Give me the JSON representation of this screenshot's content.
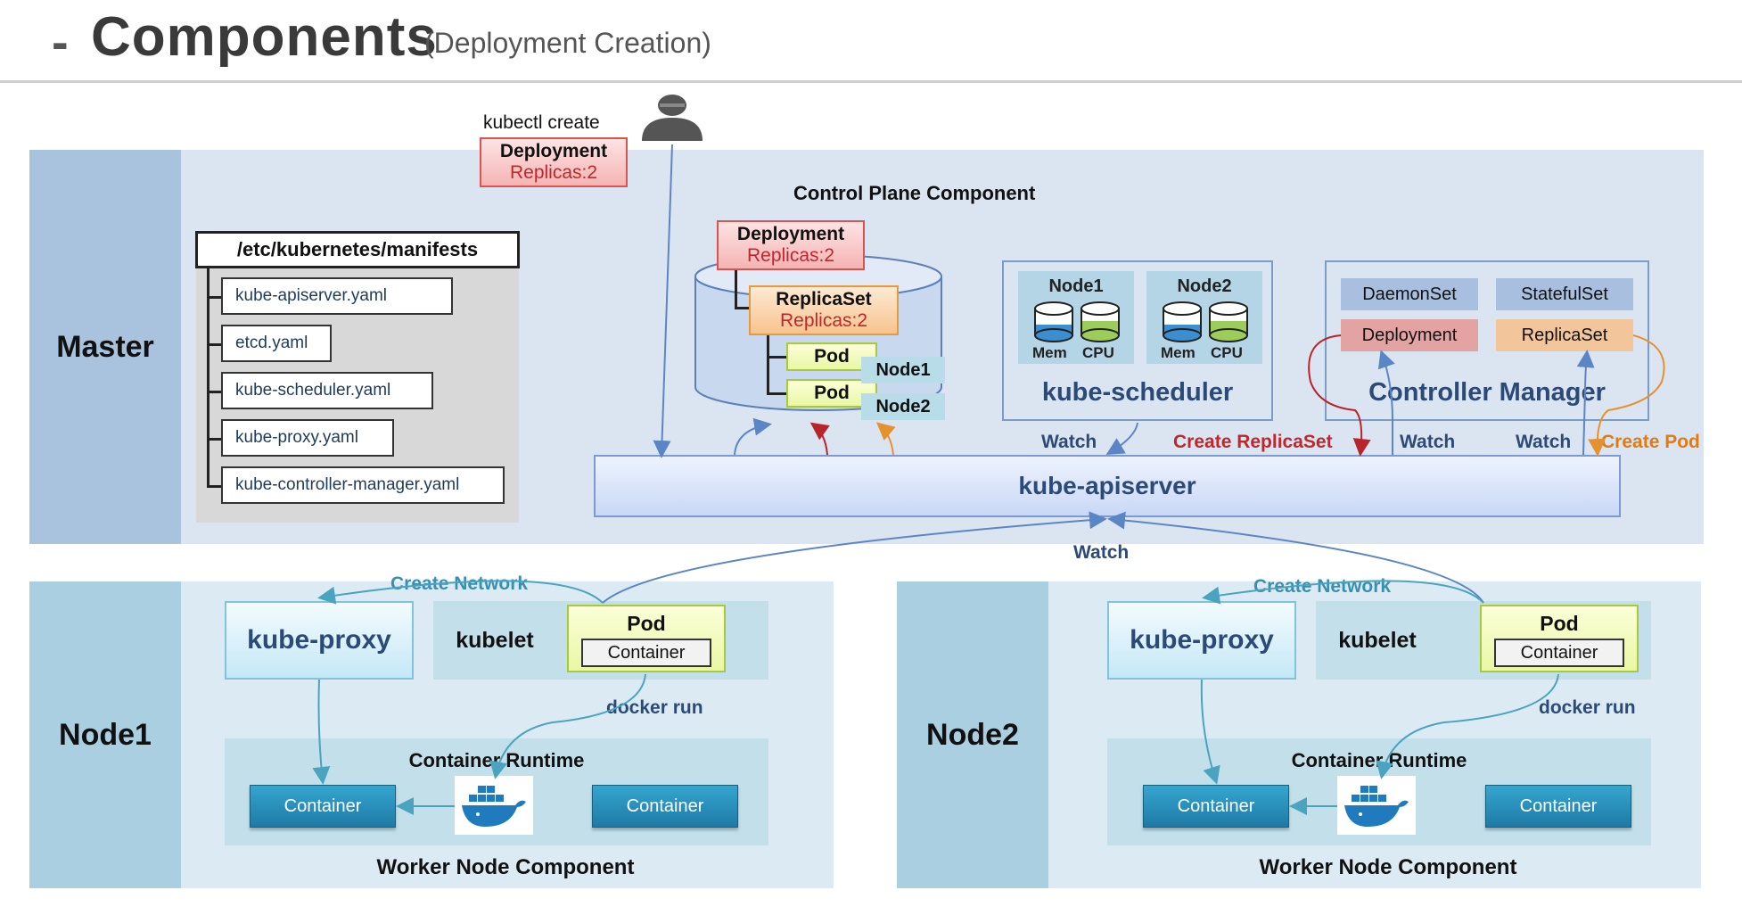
{
  "header": {
    "dash": "-",
    "title": "Components",
    "subtitle": "(Deployment Creation)"
  },
  "master": {
    "label": "Master",
    "kubectl": "kubectl create",
    "request": {
      "title": "Deployment",
      "sub": "Replicas:2"
    },
    "manifests": {
      "title": "/etc/kubernetes/manifests",
      "files": [
        "kube-apiserver.yaml",
        "etcd.yaml",
        "kube-scheduler.yaml",
        "kube-proxy.yaml",
        "kube-controller-manager.yaml"
      ]
    },
    "control_plane_title": "Control Plane Component",
    "etcd": {
      "deployment": {
        "title": "Deployment",
        "sub": "Replicas:2"
      },
      "replicaset": {
        "title": "ReplicaSet",
        "sub": "Replicas:2"
      },
      "pods": [
        "Pod",
        "Pod"
      ],
      "nodes": [
        "Node1",
        "Node2"
      ]
    },
    "scheduler": {
      "title": "kube-scheduler",
      "nodes": [
        {
          "name": "Node1",
          "mem": "Mem",
          "cpu": "CPU"
        },
        {
          "name": "Node2",
          "mem": "Mem",
          "cpu": "CPU"
        }
      ]
    },
    "controller": {
      "title": "Controller Manager",
      "items": [
        "DaemonSet",
        "StatefulSet",
        "Deployment",
        "ReplicaSet"
      ]
    },
    "apiserver": "kube-apiserver",
    "labels": {
      "watch_sched": "Watch",
      "create_rs": "Create ReplicaSet",
      "watch_deploy": "Watch",
      "watch_rs": "Watch",
      "create_pod": "Create Pod",
      "watch_nodes": "Watch"
    }
  },
  "nodes": [
    {
      "label": "Node1",
      "create_network": "Create Network",
      "proxy": "kube-proxy",
      "kubelet": "kubelet",
      "pod": "Pod",
      "container": "Container",
      "docker_run": "docker run",
      "runtime": "Container Runtime",
      "containers": [
        "Container",
        "Container"
      ],
      "footer": "Worker Node Component"
    },
    {
      "label": "Node2",
      "create_network": "Create Network",
      "proxy": "kube-proxy",
      "kubelet": "kubelet",
      "pod": "Pod",
      "container": "Container",
      "docker_run": "docker run",
      "runtime": "Container Runtime",
      "containers": [
        "Container",
        "Container"
      ],
      "footer": "Worker Node Component"
    }
  ],
  "colors": {
    "accent_blue": "#2c4a78",
    "red": "#c0272d",
    "orange": "#e07b12",
    "arrow_blue": "#5b86c5",
    "arrow_teal": "#4aa3bf"
  },
  "icons": [
    "user-icon",
    "database-icon",
    "docker-whale-icon"
  ]
}
